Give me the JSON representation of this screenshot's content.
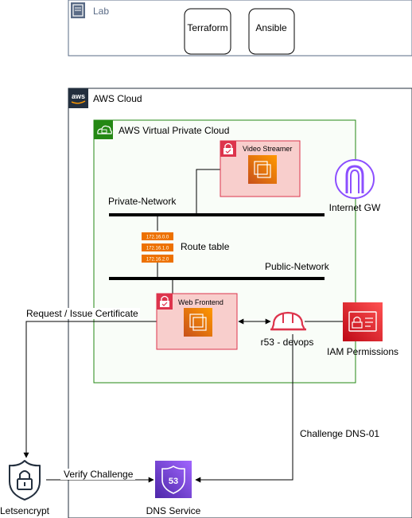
{
  "lab": {
    "title": "Lab",
    "tools": [
      "Terraform",
      "Ansible"
    ]
  },
  "aws_cloud": {
    "title": "AWS Cloud",
    "logo_text": "aws"
  },
  "vpc": {
    "title": "AWS Virtual Private Cloud"
  },
  "video_streamer": {
    "label": "Video Streamer"
  },
  "web_frontend": {
    "label": "Web Frontend"
  },
  "private_network": {
    "label": "Private-Network"
  },
  "public_network": {
    "label": "Public-Network"
  },
  "route_table": {
    "label": "Route table",
    "entries": [
      "172.16.0.0",
      "172.16.1.0",
      "172.16.2.0"
    ]
  },
  "internet_gw": {
    "label": "Internet GW"
  },
  "r53_devops": {
    "label": "r53 - devops"
  },
  "iam": {
    "label": "IAM Permissions"
  },
  "letsencrypt": {
    "label": "Letsencrypt"
  },
  "dns_service": {
    "label": "DNS Service",
    "badge": "53"
  },
  "edges": {
    "request_certificate": "Request / Issue Certificate",
    "challenge_dns": "Challenge DNS-01",
    "verify_challenge": "Verify Challenge"
  },
  "colors": {
    "ec2_orange": "#ed7100",
    "security_red": "#dd344c",
    "instance_fill": "#f8cecc",
    "vpc_green": "#248814",
    "vpc_fill": "#f9fdf8",
    "gateway_purple": "#8c4fff",
    "route53_purple": "#8c4fff",
    "aws_dark": "#232f3e"
  }
}
